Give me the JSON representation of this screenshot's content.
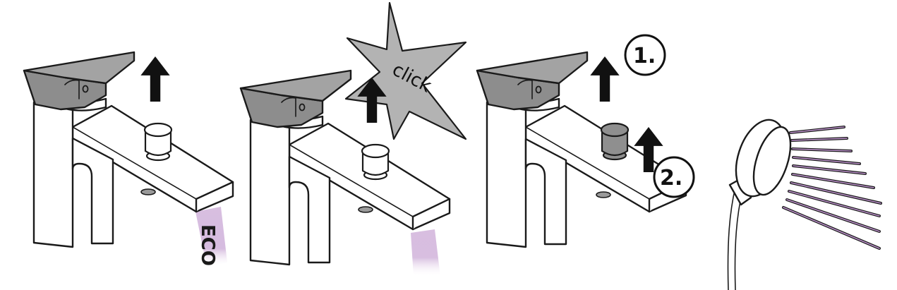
{
  "labels": {
    "eco": "ECO",
    "click": "click",
    "step_1": "1.",
    "step_2": "2."
  },
  "colors": {
    "water": "#b98fc8",
    "lever": "#8d8d8d",
    "star": "#b3b3b3",
    "outline": "#1a1a1a"
  },
  "icons": [
    "up-arrow-icon",
    "star-burst-icon",
    "hand-shower-icon"
  ]
}
